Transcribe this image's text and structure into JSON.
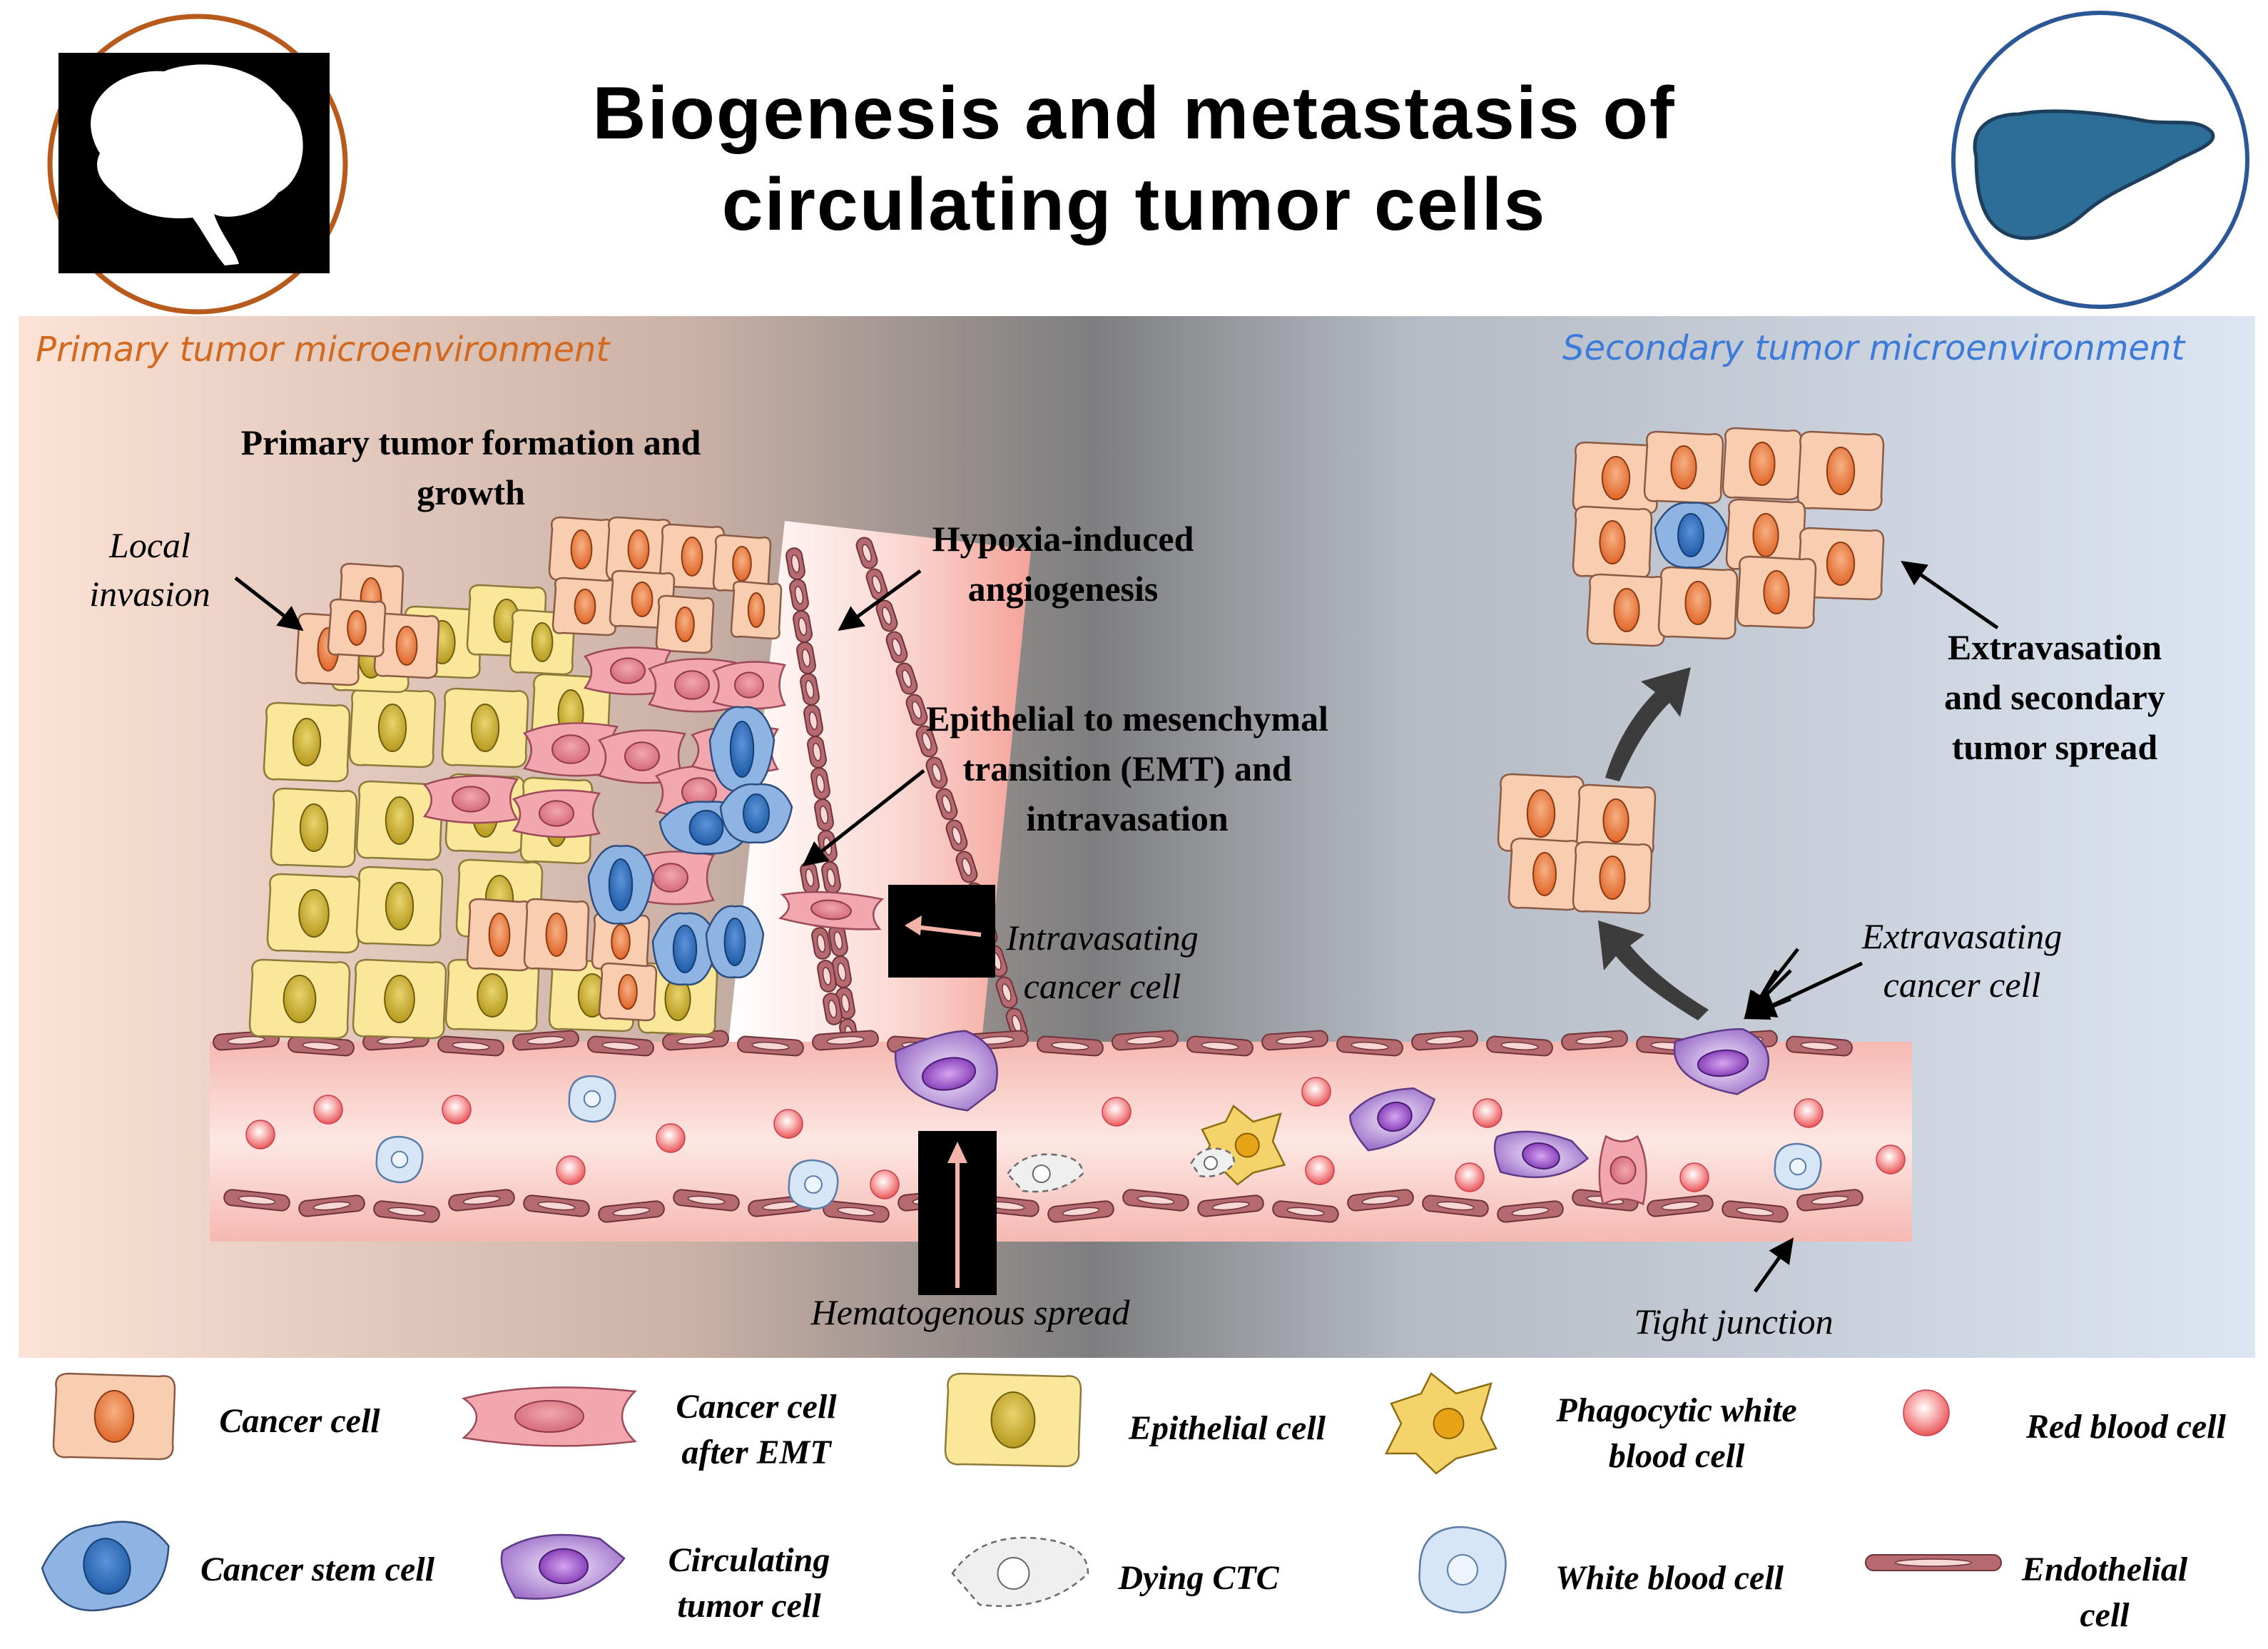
{
  "title": {
    "line1": "Biogenesis and metastasis of",
    "line2": "circulating tumor cells"
  },
  "icons": {
    "left": "brain-icon",
    "right": "liver-icon"
  },
  "colors": {
    "primary_label": "#D2691E",
    "secondary_label": "#3C7BD9",
    "left_circle": "#B85A1C",
    "right_circle": "#2B5797",
    "liver": "#2D6E99",
    "cancer_cell": "#F6C4A4",
    "cancer_nucleus": "#EC7A3A",
    "epithelial_cell": "#F9E58A",
    "emt_cell": "#EE9AA4",
    "stem_cell": "#7FA7DE",
    "ctc": "#A77BD0",
    "rbc": "#F28B8B",
    "endothelial": "#A5585E",
    "vessel": "#F7C3BE"
  },
  "environments": {
    "primary": "Primary tumor microenvironment",
    "secondary": "Secondary tumor microenvironment"
  },
  "labels": {
    "primary_growth": "Primary tumor formation and growth",
    "local_invasion_1": "Local",
    "local_invasion_2": "invasion",
    "hypoxia_1": "Hypoxia-induced",
    "hypoxia_2": "angiogenesis",
    "emt_1": "Epithelial to mesenchymal",
    "emt_2": "transition (EMT) and",
    "emt_3": "intravasation",
    "intravasating_1": "Intravasating",
    "intravasating_2": "cancer cell",
    "hematogenous": "Hematogenous spread",
    "tight_junction": "Tight junction",
    "extravasating_1": "Extravasating",
    "extravasating_2": "cancer cell",
    "extravasation_1": "Extravasation",
    "extravasation_2": "and secondary",
    "extravasation_3": "tumor spread"
  },
  "legend": [
    {
      "icon": "cancer-cell-icon",
      "line1": "Cancer cell",
      "line2": ""
    },
    {
      "icon": "emt-cell-icon",
      "line1": "Cancer cell",
      "line2": "after EMT"
    },
    {
      "icon": "epithelial-cell-icon",
      "line1": "Epithelial cell",
      "line2": ""
    },
    {
      "icon": "phagocyte-icon",
      "line1": "Phagocytic white",
      "line2": "blood cell"
    },
    {
      "icon": "red-blood-cell-icon",
      "line1": "Red blood cell",
      "line2": ""
    },
    {
      "icon": "cancer-stem-cell-icon",
      "line1": "Cancer stem cell",
      "line2": ""
    },
    {
      "icon": "ctc-icon",
      "line1": "Circulating",
      "line2": "tumor cell"
    },
    {
      "icon": "dying-ctc-icon",
      "line1": "Dying CTC",
      "line2": ""
    },
    {
      "icon": "white-blood-cell-icon",
      "line1": "White blood cell",
      "line2": ""
    },
    {
      "icon": "endothelial-cell-icon",
      "line1": "Endothelial",
      "line2": "cell"
    }
  ]
}
